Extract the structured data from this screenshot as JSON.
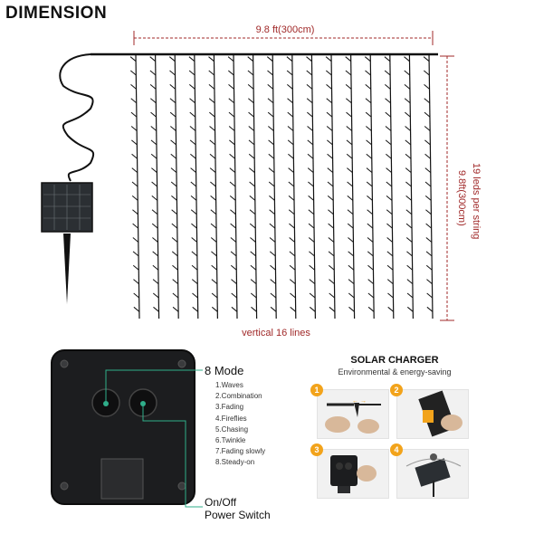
{
  "header": {
    "title": "DIMENSION"
  },
  "dimensions": {
    "width_label": "9.8 ft(300cm)",
    "height_label": "9.8ft(300cm)",
    "leds_label": "19 leds per string",
    "vertical_label": "vertical 16 lines"
  },
  "controller": {
    "modes_title": "8 Mode",
    "modes": [
      "1.Waves",
      "2.Combination",
      "3.Fading",
      "4.Fireflies",
      "5.Chasing",
      "6.Twinkle",
      "7.Fading slowly",
      "8.Steady-on"
    ],
    "switch_label_1": "On/Off",
    "switch_label_2": "Power Switch"
  },
  "solar": {
    "title": "SOLAR CHARGER",
    "subtitle": "Environmental & energy-saving",
    "steps": [
      "1",
      "2",
      "3",
      "4"
    ]
  },
  "colors": {
    "dimension": "#a12a2a",
    "accent_green": "#2fae8a",
    "step_orange": "#f2a31b"
  }
}
